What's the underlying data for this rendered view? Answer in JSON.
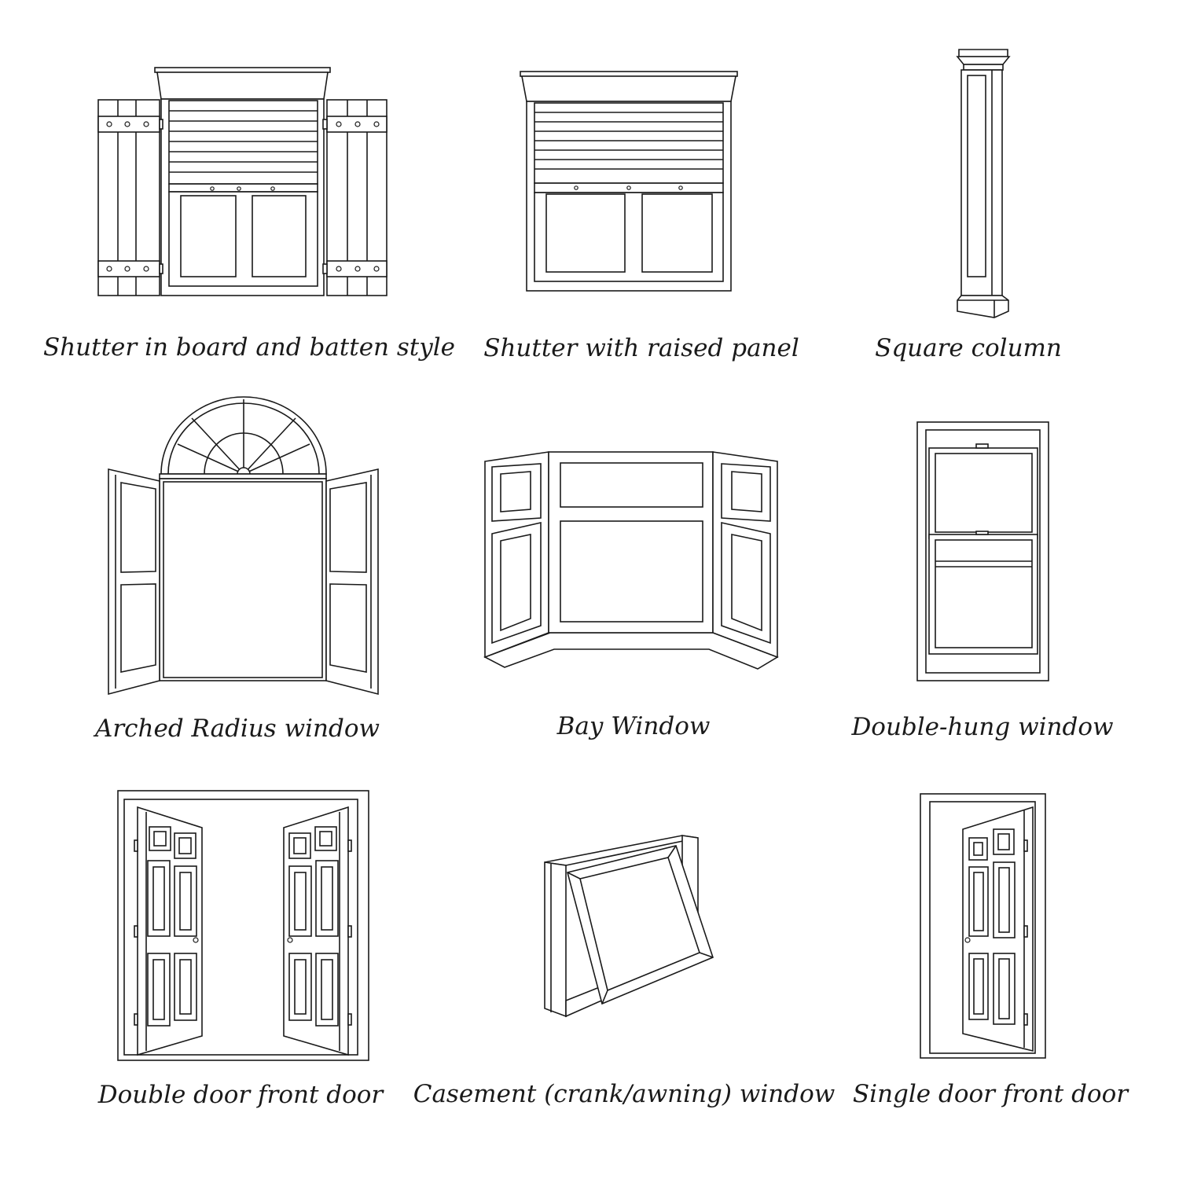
{
  "captions": {
    "board_batten": "Shutter in board and batten style",
    "raised_panel": "Shutter with raised panel",
    "square_column": "Square column",
    "arched_radius": "Arched Radius window",
    "bay_window": "Bay Window",
    "double_hung": "Double-hung window",
    "double_door": "Double door front door",
    "casement": "Casement (crank/awning) window",
    "single_door": "Single door front door"
  }
}
